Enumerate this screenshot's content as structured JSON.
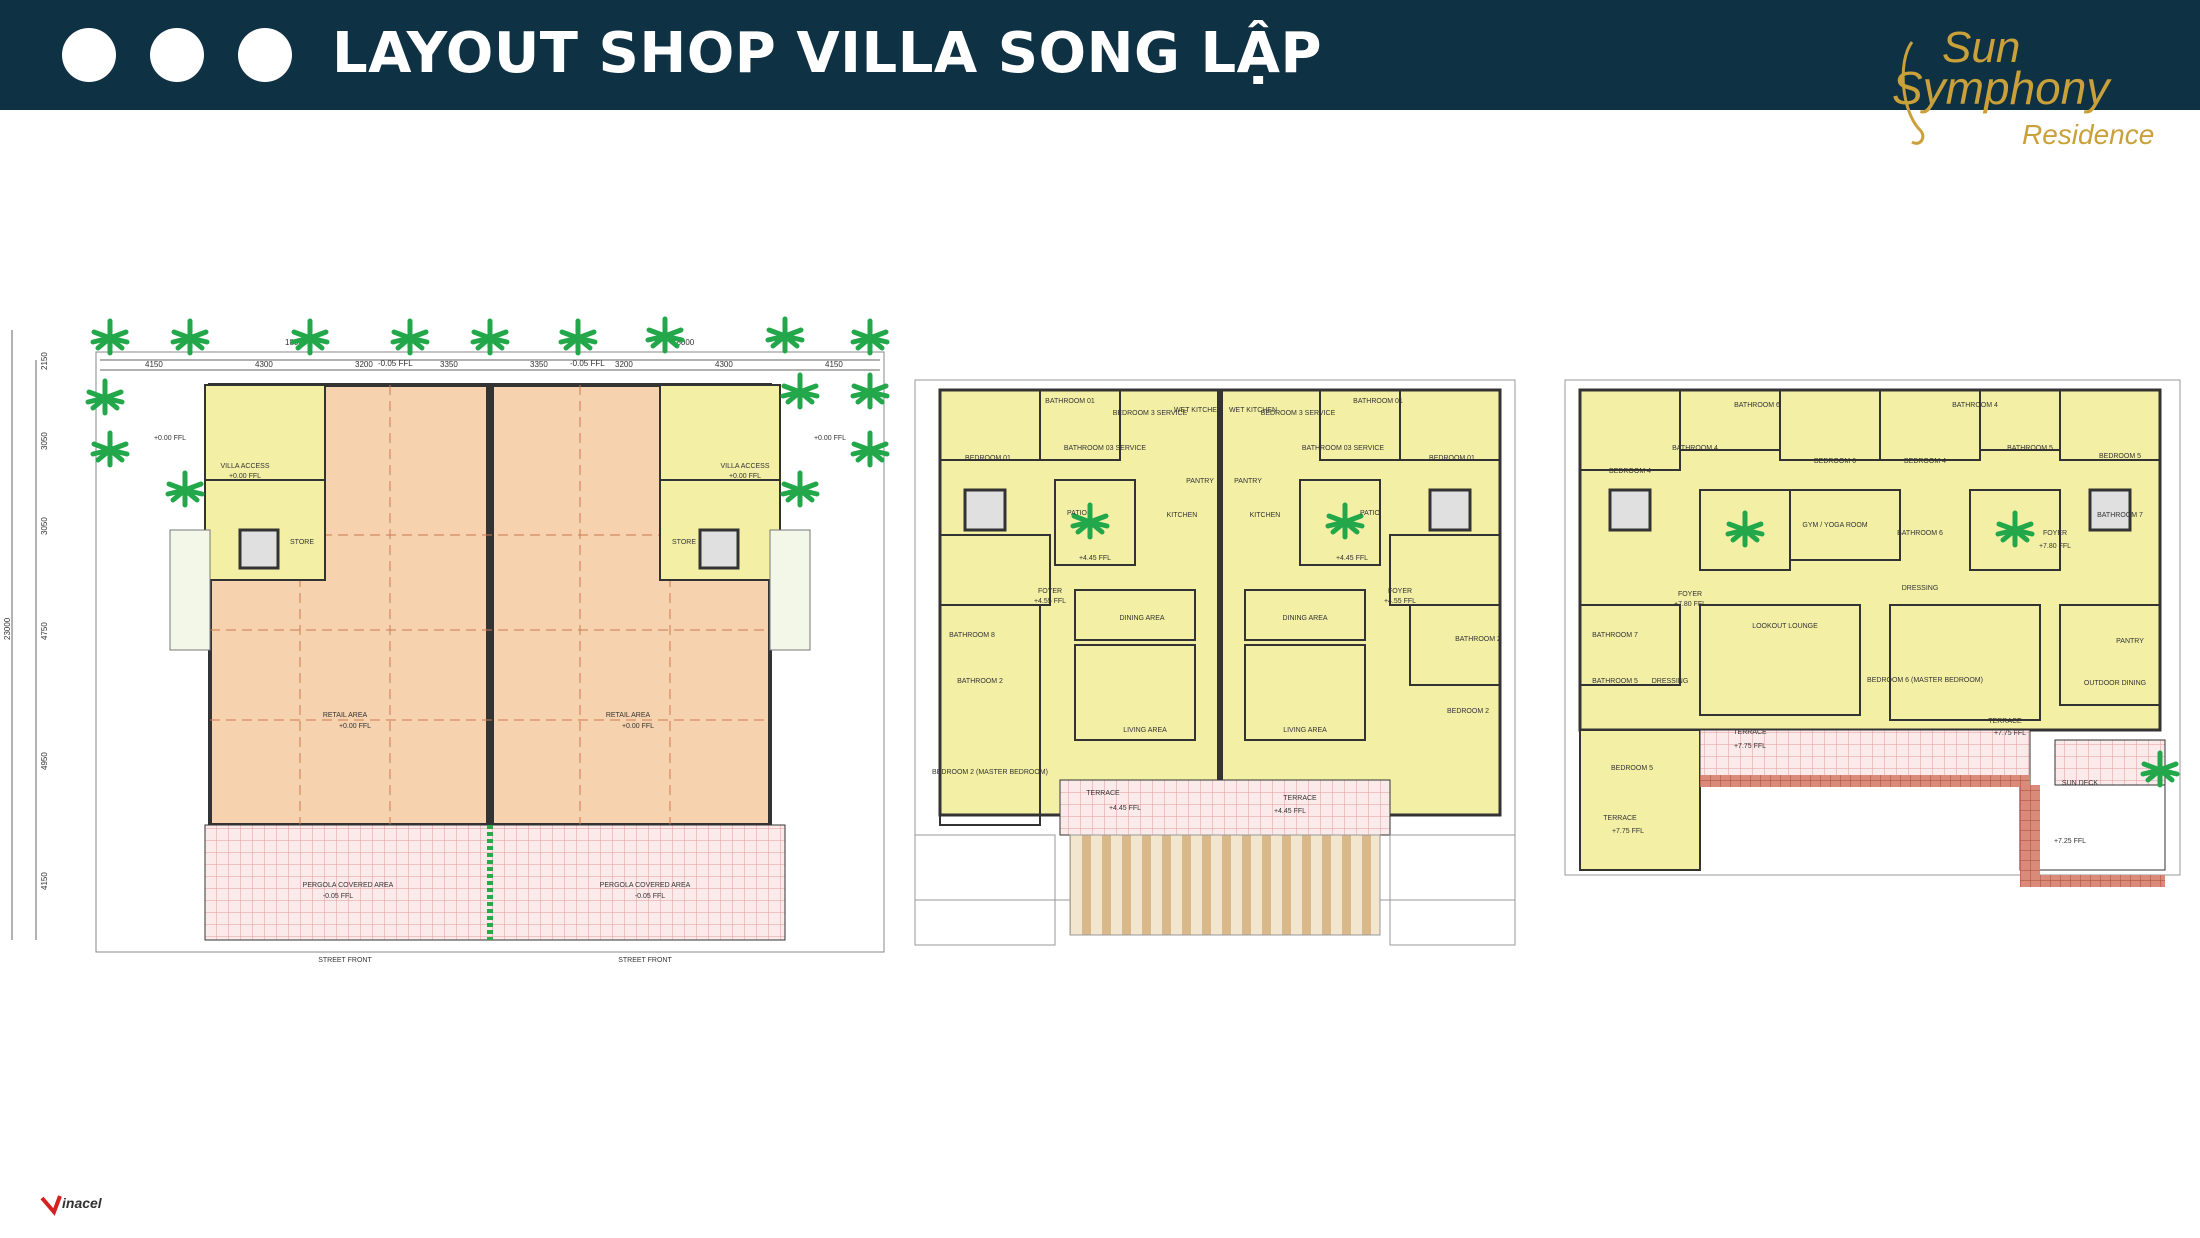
{
  "header": {
    "title": "LAYOUT SHOP VILLA SONG LẬP",
    "logo_line1": "Sun",
    "logo_line2": "Symphony",
    "logo_line3": "Residence"
  },
  "colors": {
    "header_bg": "#0e3143",
    "retail_fill": "#f6d2ae",
    "room_fill": "#f3f0a6",
    "terrace_tile": "#e8a0a0",
    "deck_brick": "#c87060",
    "palm_green": "#22a84a",
    "logo_gold": "#c9a03a"
  },
  "ground_floor": {
    "dims_top": [
      "4150",
      "4300",
      "3200",
      "3350",
      "3350",
      "3200",
      "4300",
      "4150"
    ],
    "overall_width": "18000",
    "overall_width_right": "18000",
    "dims_left": [
      "2150",
      "3050",
      "3050",
      "4750",
      "4950",
      "4150"
    ],
    "overall_depth": "23000",
    "level_top": "-0.05 FFL",
    "level_top_right": "-0.05 FFL",
    "villa_access": "VILLA ACCESS",
    "villa_access_level": "+0.00 FFL",
    "side_level": "+0.00 FFL",
    "store": "STORE",
    "retail_area": "RETAIL AREA",
    "retail_level": "+0.00 FFL",
    "pergola": "PERGOLA COVERED AREA",
    "pergola_level": "-0.05 FFL",
    "street_front": "STREET FRONT"
  },
  "second_floor": {
    "bedroom_01": "BEDROOM 01",
    "bathroom_01": "BATHROOM 01",
    "bedroom_3_service": "BEDROOM 3 SERVICE",
    "bathroom_03_service": "BATHROOM 03 SERVICE",
    "wet_kitchen": "WET KITCHEN",
    "pantry": "PANTRY",
    "patio": "PATIO",
    "patio_level": "+4.45 FFL",
    "kitchen": "KITCHEN",
    "foyer": "FOYER",
    "foyer_level": "+4.55 FFL",
    "dining_area": "DINING AREA",
    "living_area": "LIVING AREA",
    "bathroom_8": "BATHROOM 8",
    "bathroom_2": "BATHROOM 2",
    "bedroom_2_master": "BEDROOM 2 (MASTER BEDROOM)",
    "bedroom_2": "BEDROOM 2",
    "terrace": "TERRACE",
    "terrace_level": "+4.45 FFL"
  },
  "third_floor": {
    "bathroom_6": "BATHROOM 6",
    "bathroom_4": "BATHROOM 4",
    "bathroom_5": "BATHROOM 5",
    "bedroom_4": "BEDROOM 4",
    "bedroom_6": "BEDROOM 6",
    "bedroom_5": "BEDROOM 5",
    "gym": "GYM / YOGA ROOM",
    "bathroom_6b": "BATHROOM 6",
    "bathroom_7": "BATHROOM 7",
    "foyer": "FOYER",
    "foyer_level": "+7.80 FFL",
    "dressing": "DRESSING",
    "lookout": "LOOKOUT LOUNGE",
    "bedroom_6_master": "BEDROOM 6 (MASTER BEDROOM)",
    "pantry": "PANTRY",
    "outdoor_dining": "OUTDOOR DINING",
    "terrace": "TERRACE",
    "terrace_level": "+7.75 FFL",
    "sun_deck": "SUN DECK",
    "sun_deck_level": "+7.25 FFL"
  },
  "footer": {
    "brand": "inacel"
  }
}
